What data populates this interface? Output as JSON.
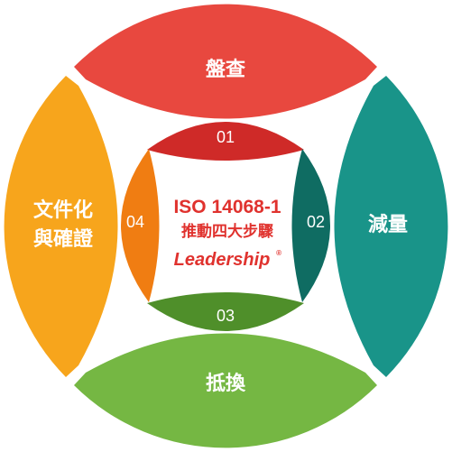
{
  "center": {
    "title": "ISO 14068-1",
    "subtitle": "推動四大步驟",
    "brand": "Leadership",
    "brand_mark": "®",
    "color": "#e0322e"
  },
  "steps": [
    {
      "number": "01",
      "label": "盤查",
      "color": "#e8483f",
      "inner_color": "#cf2a28"
    },
    {
      "number": "02",
      "label": "減量",
      "color": "#199489",
      "inner_color": "#0f6c62"
    },
    {
      "number": "03",
      "label": "抵換",
      "color": "#75b743",
      "inner_color": "#4f8f2a"
    },
    {
      "number": "04",
      "label_lines": [
        "文件化",
        "與確證"
      ],
      "color": "#f7a51c",
      "inner_color": "#f07d12"
    }
  ]
}
